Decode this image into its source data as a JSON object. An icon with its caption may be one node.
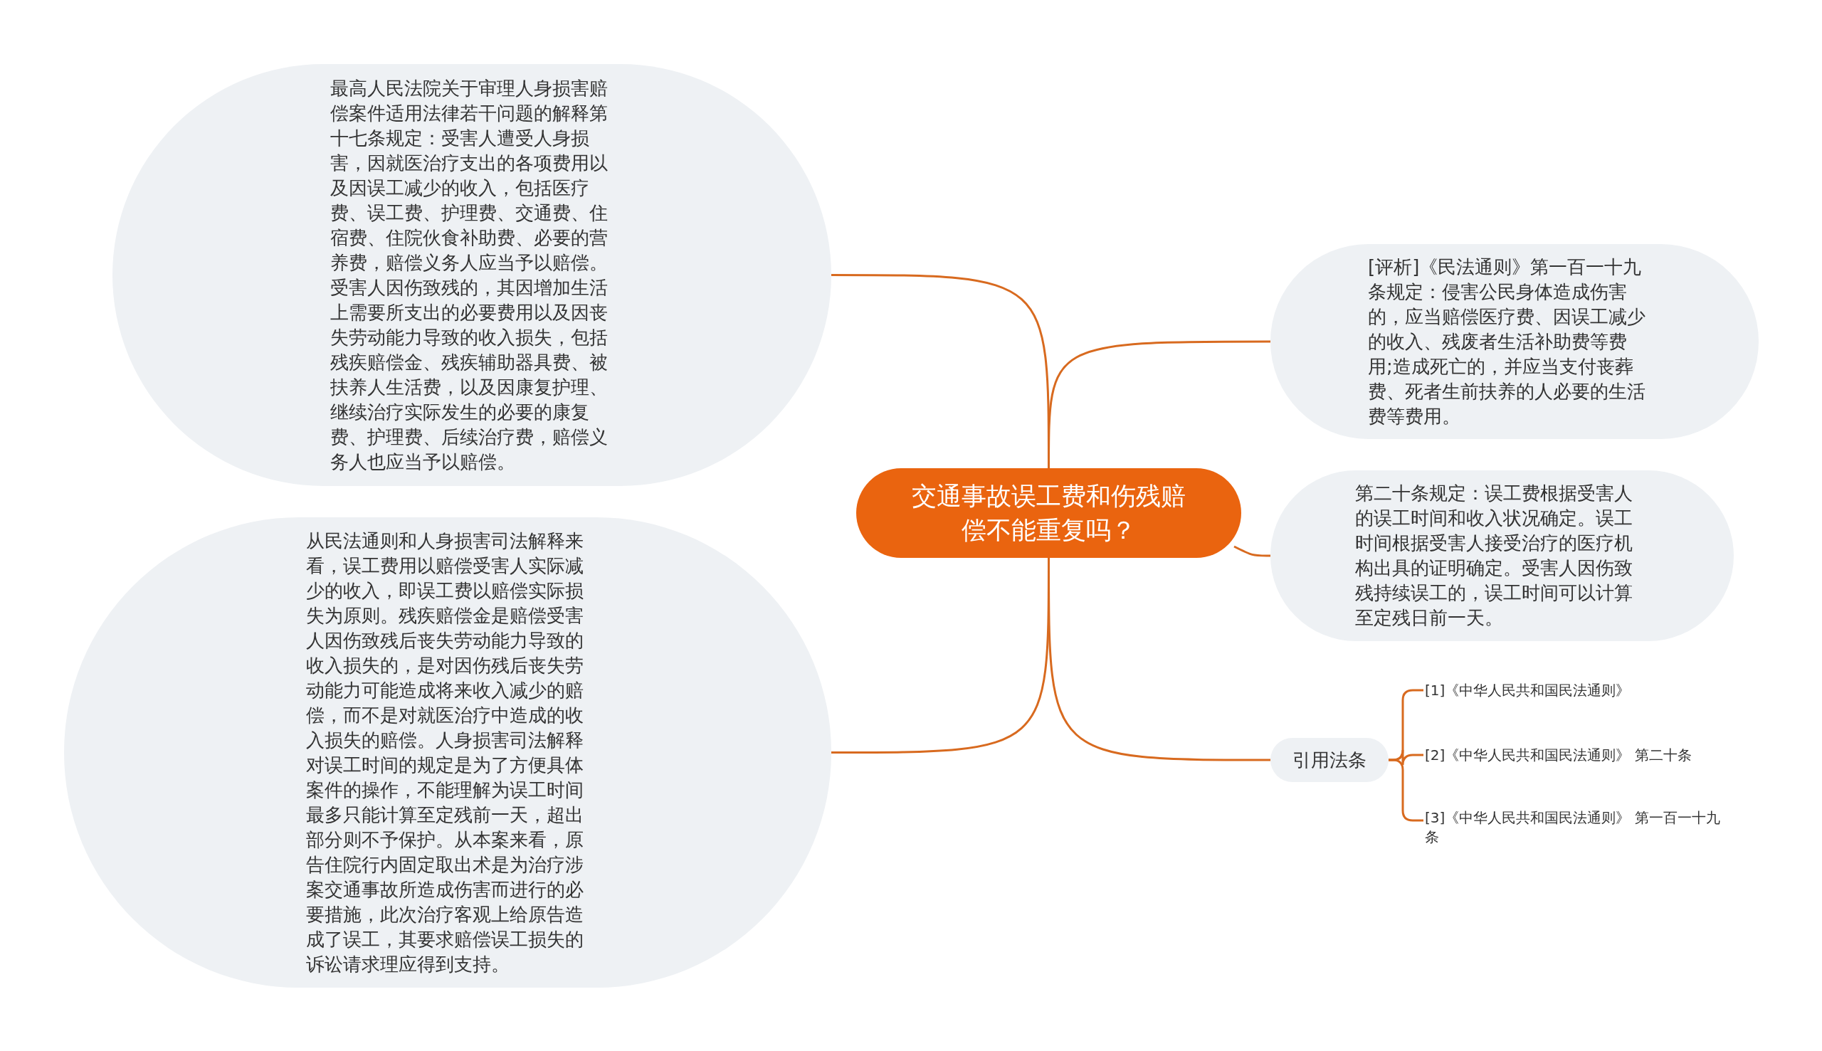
{
  "diagram": {
    "nodes": [
      {
        "text": [
          "交通事故误工费和伤残赔偿不能重复吗？"
        ]
      },
      {
        "text": [
          "最高人民法院关于审理人身损害赔偿案件适用法律若干问题的解释第十七条规定：受害人遭受人身损害，因就医治疗支出的各项费用以及因误工减少的收入，包括医疗费、误工费、护理费、交通费、住宿费、住院伙食补助费、必要的营养费，赔偿义务人应当予以赔偿。受害人因伤致残的，其因增加生活上需要所支出的必要费用以及因丧失劳动能力导致的收入损失，包括残疾赔偿金、残疾辅助器具费、被扶养人生活费，以及因康复护理、继续治疗实际发生的必要的康复费、护理费、后续治疗费，赔偿义务人也应当予以赔偿。"
        ]
      },
      {
        "text": [
          "从民法通则和人身损害司法解释来看，误工费用以赔偿受害人实际减少的收入，即误工费以赔偿实际损失为原则。残疾赔偿金是赔偿受害人因伤致残后丧失劳动能力导致的收入损失的，是对因伤残后丧失劳动能力可能造成将来收入减少的赔偿，而不是对就医治疗中造成的收入损失的赔偿。人身损害司法解释对误工时间的规定是为了方便具体案件的操作，不能理解为误工时间最多只能计算至定残前一天，超出部分则不予保护。从本案来看，原告住院行内固定取出术是为治疗涉案交通事故所造成伤害而进行的必要措施，此次治疗客观上给原告造成了误工，其要求赔偿误工损失的诉讼请求理应得到支持。"
        ]
      },
      {
        "text": [
          "[评析]《民法通则》第一百一十九条规定：侵害公民身体造成伤害的，应当赔偿医疗费、因误工减少的收入、残废者生活补助费等费用;造成死亡的，并应当支付丧葬费、死者生前扶养的人必要的生活费等费用。"
        ]
      },
      {
        "text": [
          "第二十条规定：误工费根据受害人的误工时间和收入状况确定。误工时间根据受害人接受治疗的医疗机构出具的证明确定。受害人因伤致残持续误工的，误工时间可以计算至定残日前一天。"
        ]
      },
      {
        "text": [
          "引用法条"
        ]
      },
      {
        "text": [
          "[1]《中华人民共和国民法通则》"
        ]
      },
      {
        "text": [
          "[2]《中华人民共和国民法通则》 第二十条"
        ]
      },
      {
        "text": [
          "[3]《中华人民共和国民法通则》 第一百一十九条"
        ]
      }
    ],
    "edges": [
      {
        "from": 0,
        "to": 1,
        "arrow": "none"
      },
      {
        "from": 0,
        "to": 2,
        "arrow": "none"
      },
      {
        "from": 0,
        "to": 3,
        "arrow": "none"
      },
      {
        "from": 0,
        "to": 4,
        "arrow": "none"
      },
      {
        "from": 0,
        "to": 5,
        "arrow": "none"
      },
      {
        "from": 5,
        "to": 6,
        "arrow": "none"
      },
      {
        "from": 5,
        "to": 7,
        "arrow": "none"
      },
      {
        "from": 5,
        "to": 8,
        "arrow": "none"
      }
    ]
  }
}
